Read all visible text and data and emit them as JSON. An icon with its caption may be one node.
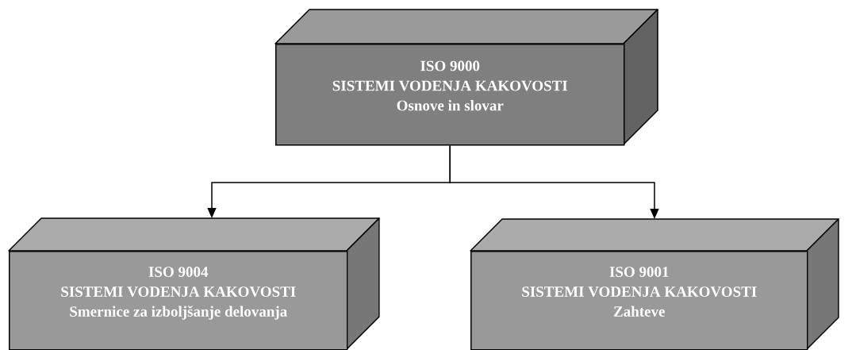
{
  "diagram": {
    "nodes": [
      {
        "text": [
          "ISO 9000",
          "SISTEMI VODENJA KAKOVOSTI",
          "Osnove in slovar"
        ]
      },
      {
        "text": [
          "ISO 9004",
          "SISTEMI VODENJA KAKOVOSTI",
          "Smernice za izboljšanje delovanja"
        ]
      },
      {
        "text": [
          "ISO 9001",
          "SISTEMI VODENJA KAKOVOSTI",
          "Zahteve"
        ]
      }
    ],
    "edges": [
      {
        "from": 0,
        "to": 1,
        "arrow": "to"
      },
      {
        "from": 0,
        "to": 2,
        "arrow": "to"
      }
    ]
  }
}
